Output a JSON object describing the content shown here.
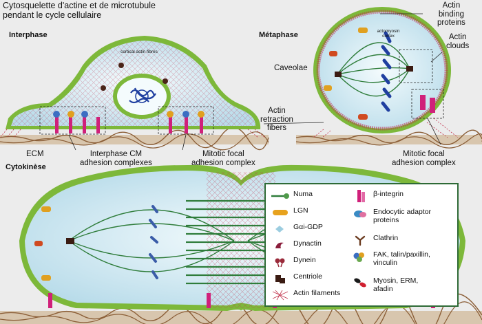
{
  "title": {
    "line1": "Cytosquelette d'actine et de microtubule",
    "line2": "pendant le cycle cellulaire"
  },
  "phases": {
    "interphase": "Interphase",
    "metaphase": "Métaphase",
    "cytokinese": "Cytokinèse"
  },
  "inner_labels": {
    "cortical_actin": "cortical actin fibres",
    "actomyosin": "actomyosin cortex"
  },
  "labels": {
    "ecm": "ECM",
    "interphase_cm_1": "Interphase CM",
    "interphase_cm_2": "adhesion complexes",
    "mitotic_focal_1": "Mitotic focal",
    "mitotic_focal_2": "adhesion complex",
    "mitotic_focal_right_1": "Mitotic focal",
    "mitotic_focal_right_2": "adhesion complex",
    "actin_retraction_1": "Actin",
    "actin_retraction_2": "retraction",
    "actin_retraction_3": "fibers",
    "caveolae": "Caveolae",
    "actin_binding_1": "Actin",
    "actin_binding_2": "binding",
    "actin_binding_3": "proteins",
    "actin_clouds_1": "Actin",
    "actin_clouds_2": "clouds"
  },
  "legend": {
    "left": [
      {
        "icon": "numa-icon",
        "text": "Numa"
      },
      {
        "icon": "lgn-icon",
        "text": "LGN"
      },
      {
        "icon": "gai-gdp-icon",
        "text": "Gαi-GDP"
      },
      {
        "icon": "dynactin-icon",
        "text": "Dynactin"
      },
      {
        "icon": "dynein-icon",
        "text": "Dynein"
      },
      {
        "icon": "centriole-icon",
        "text": "Centriole"
      },
      {
        "icon": "actin-filaments-icon",
        "text": "Actin filaments"
      }
    ],
    "right": [
      {
        "icon": "beta-integrin-icon",
        "text": "β-integrin"
      },
      {
        "icon": "endocytic-adaptor-icon",
        "text": "Endocytic adaptor",
        "text2": "proteins"
      },
      {
        "icon": "clathrin-icon",
        "text": "Clathrin"
      },
      {
        "icon": "fak-talin-icon",
        "text": "FAK, talin/paxillin,",
        "text2": "vinculin"
      },
      {
        "icon": "myosin-erm-icon",
        "text": "Myosin, ERM,",
        "text2": "afadin"
      }
    ]
  },
  "colors": {
    "cell_green": "#7db83a",
    "cytoplasm": "#d7ecf4",
    "actin_red": "#c0304a",
    "microtubule": "#2f7d3b",
    "chromosome": "#1f3fa0",
    "ecm_brown": "#9a6c43",
    "legend_border": "#2e6a36"
  }
}
